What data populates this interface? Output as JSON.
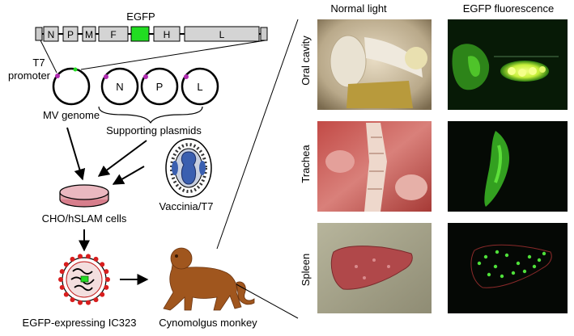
{
  "genome_map": {
    "egfp_label": "EGFP",
    "genes": [
      "N",
      "P",
      "M",
      "F",
      "H",
      "L"
    ],
    "egfp_color": "#22dd22"
  },
  "left_panel": {
    "t7_line1": "T7",
    "t7_line2": "promoter",
    "mv_genome_label": "MV genome",
    "plasmid_letters": [
      "N",
      "P",
      "L"
    ],
    "supporting_label": "Supporting plasmids",
    "vaccinia_label": "Vaccinia/T7",
    "cells_label": "CHO/hSLAM cells",
    "virus_label": "EGFP-expressing IC323",
    "monkey_label": "Cynomolgus monkey"
  },
  "photo_panel": {
    "col_headers": [
      "Normal light",
      "EGFP fluorescence"
    ],
    "row_labels": [
      "Oral cavity",
      "Trachea",
      "Spleen"
    ]
  },
  "colors": {
    "monkey": "#a0561e",
    "dish": "#e0a0a8",
    "vaccinia_fill": "#3a5fb0",
    "virus_spikes": "#d81e1e",
    "fluorescence": "#37e030"
  }
}
